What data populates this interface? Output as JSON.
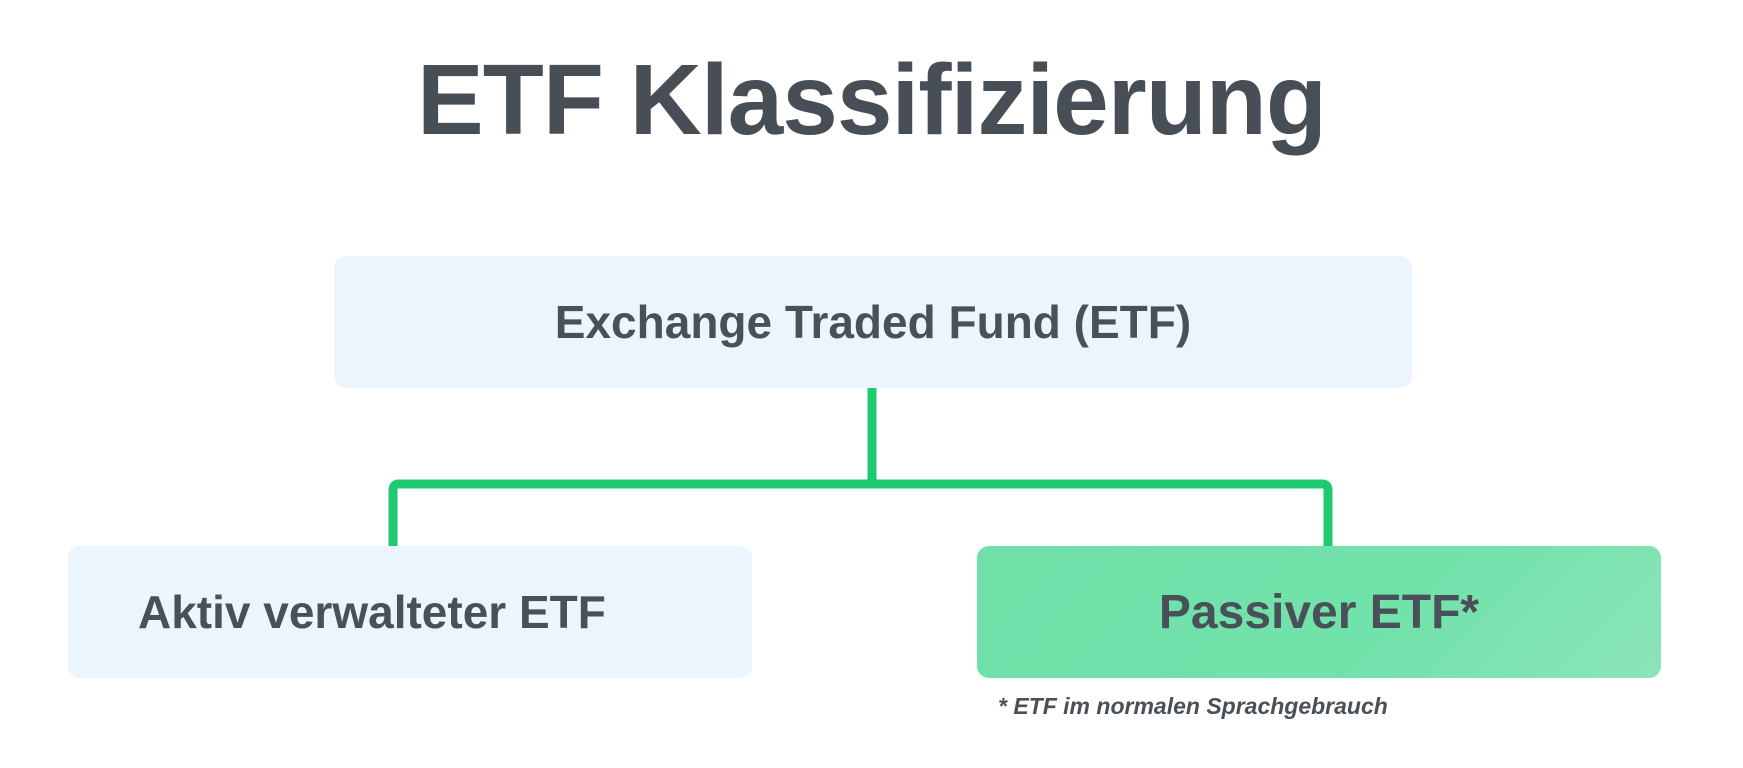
{
  "title": "ETF Klassifizierung",
  "root": {
    "label": "Exchange Traded Fund (ETF)"
  },
  "children": [
    {
      "label": "Aktiv verwalteter ETF"
    },
    {
      "label": "Passiver ETF*"
    }
  ],
  "footnote": "* ETF im normalen Sprachgebrauch",
  "colors": {
    "connector": "#1dca70",
    "box_light": "#ecf5fd",
    "box_highlight": "#72e2ab",
    "text": "#4a5058"
  }
}
